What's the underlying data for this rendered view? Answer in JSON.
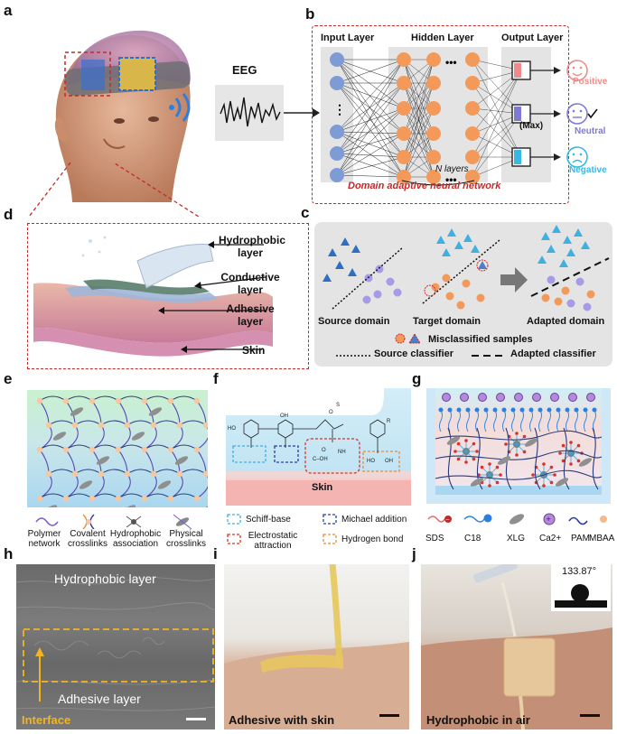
{
  "panels": {
    "a": "a",
    "b": "b",
    "c": "c",
    "d": "d",
    "e": "e",
    "f": "f",
    "g": "g",
    "h": "h",
    "i": "i",
    "j": "j"
  },
  "eeg_label": "EEG",
  "nn": {
    "input_layer": "Input Layer",
    "hidden_layer": "Hidden Layer",
    "output_layer": "Output Layer",
    "n_layers": "N layers",
    "max": "(Max)",
    "caption": "Domain adaptive neural network",
    "outputs": [
      "Positive",
      "Neutral",
      "Negative"
    ],
    "colors": {
      "input": "#7f9bd6",
      "hidden": "#f39a5b",
      "positive": "#f08a8a",
      "neutral": "#7d7ad8",
      "negative": "#39b8e6",
      "frame": "#c22a2a"
    }
  },
  "domain": {
    "source": "Source domain",
    "target": "Target domain",
    "adapted": "Adapted domain",
    "misclassified": "Misclassified samples",
    "source_classifier": "Source classifier",
    "adapted_classifier": "Adapted classifier"
  },
  "layers": {
    "hydrophobic": "Hydrophobic layer",
    "conductive": "Conductive layer",
    "adhesive": "Adhesive layer",
    "skin": "Skin"
  },
  "network_legend": [
    "Polymer network",
    "Covalent crosslinks",
    "Hydrophobic association",
    "Physical crosslinks"
  ],
  "interactions": {
    "skin": "Skin",
    "legend": [
      "Schiff-base",
      "Michael addition",
      "Electrostatic attraction",
      "Hydrogen bond"
    ],
    "legend_colors": [
      "#3fb0e0",
      "#2a3aa8",
      "#d8342c",
      "#e88c3c"
    ]
  },
  "gel_legend": [
    "SDS",
    "C18",
    "XLG",
    "Ca2+",
    "PAM",
    "MBAA"
  ],
  "sem": {
    "top": "Hydrophobic layer",
    "bottom": "Adhesive layer",
    "interface": "Interface"
  },
  "photo_i": "Adhesive with skin",
  "photo_j": "Hydrophobic in air",
  "contact_angle": "133.87°"
}
